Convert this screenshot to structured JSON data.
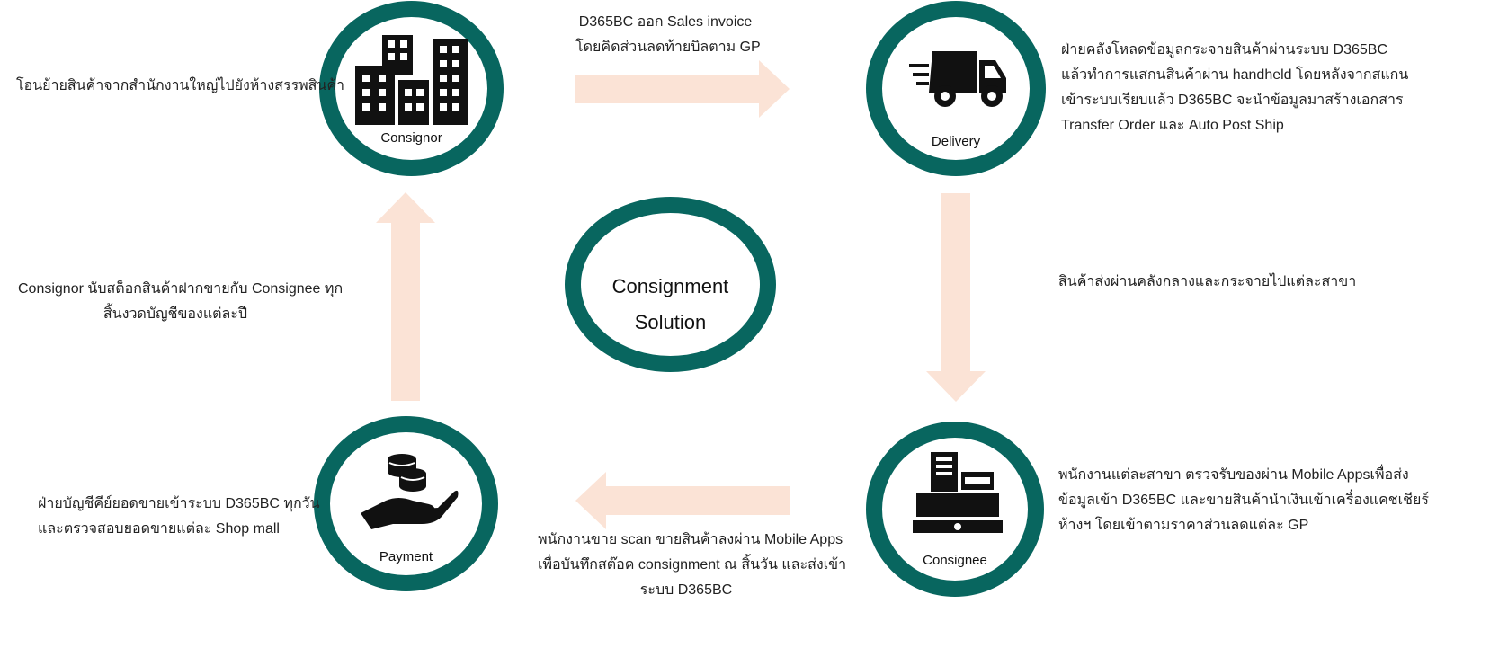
{
  "colors": {
    "ring": "#08665f",
    "arrow": "#fbe3d6",
    "icon": "#111111"
  },
  "center": {
    "line1": "Consignment",
    "line2": "Solution"
  },
  "nodes": {
    "consignor": {
      "label": "Consignor",
      "icon": "buildings-icon"
    },
    "delivery": {
      "label": "Delivery",
      "icon": "truck-icon"
    },
    "consignee": {
      "label": "Consignee",
      "icon": "cash-register-icon"
    },
    "payment": {
      "label": "Payment",
      "icon": "hand-coins-icon"
    }
  },
  "descriptions": {
    "consignor": [
      "โอนย้ายสินค้าจากสำนักงานใหญ่ไปยังห้างสรรพสินค้า"
    ],
    "sales_invoice": [
      "D365BC ออก Sales invoice",
      "โดยคิดส่วนลดท้ายบิลตาม GP"
    ],
    "delivery": [
      "ฝ่ายคลังโหลดข้อมูลกระจายสินค้าผ่านระบบ D365BC",
      "แล้วทำการแสกนสินค้าผ่าน handheld โดยหลังจากสแกน",
      "เข้าระบบเรียบแล้ว D365BC จะนำข้อมูลมาสร้างเอกสาร",
      "Transfer Order และ Auto Post Ship"
    ],
    "warehouse": [
      "สินค้าส่งผ่านคลังกลางและกระจายไปแต่ละสาขา"
    ],
    "consignee": [
      "พนักงานแต่ละสาขา ตรวจรับของผ่าน Mobile Appsเพื่อส่ง",
      "ข้อมูลเข้า D365BC และขายสินค้านำเงินเข้าเครื่องแคชเชียร์",
      "ห้างฯ โดยเข้าตามราคาส่วนลดแต่ละ GP"
    ],
    "scan": [
      "พนักงานขาย scan ขายสินค้าลงผ่าน Mobile Apps",
      "เพื่อบันทึกสต๊อค consignment ณ สิ้นวัน และส่งเข้า",
      "ระบบ D365BC"
    ],
    "payment": [
      "ฝ่ายบัญชีคีย์ยอดขายเข้าระบบ D365BC ทุกวัน",
      "และตรวจสอบยอดขายแต่ละ Shop mall"
    ],
    "stock_count": [
      "Consignor นับสต็อกสินค้าฝากขายกับ Consignee ทุก",
      "สิ้นงวดบัญชีของแต่ละปี"
    ]
  }
}
